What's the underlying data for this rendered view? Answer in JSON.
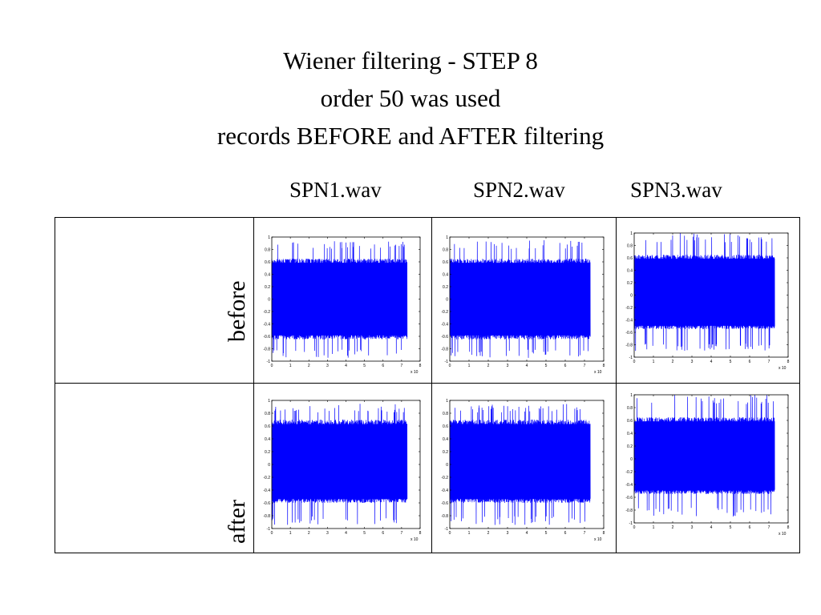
{
  "title": {
    "line1": "Wiener filtering - STEP 8",
    "line2": "order 50 was used",
    "line3": "records BEFORE and AFTER filtering"
  },
  "columns": [
    "SPN1.wav",
    "SPN2.wav",
    "SPN3.wav"
  ],
  "rows": [
    "before",
    "after"
  ],
  "colors": {
    "signal": "#0000ff",
    "axes": "#000000"
  },
  "chart_data": [
    {
      "type": "line",
      "title": "",
      "file": "SPN1.wav",
      "stage": "before",
      "xlim": [
        0,
        8
      ],
      "ylim": [
        -1,
        1
      ],
      "x_ticks": [
        0,
        1,
        2,
        3,
        4,
        5,
        6,
        7,
        8
      ],
      "y_ticks": [
        -1,
        -0.8,
        -0.6,
        -0.4,
        -0.2,
        0,
        0.2,
        0.4,
        0.6,
        0.8,
        1
      ],
      "x_exponent": "x 10",
      "signal_extent": [
        0,
        7.3
      ],
      "envelope_dense": [
        -0.65,
        0.65
      ],
      "envelope_peaks": [
        -0.95,
        0.95
      ]
    },
    {
      "type": "line",
      "title": "",
      "file": "SPN2.wav",
      "stage": "before",
      "xlim": [
        0,
        8
      ],
      "ylim": [
        -1,
        1
      ],
      "x_ticks": [
        0,
        1,
        2,
        3,
        4,
        5,
        6,
        7,
        8
      ],
      "y_ticks": [
        -1,
        -0.8,
        -0.6,
        -0.4,
        -0.2,
        0,
        0.2,
        0.4,
        0.6,
        0.8,
        1
      ],
      "x_exponent": "x 10",
      "signal_extent": [
        0,
        7.3
      ],
      "envelope_dense": [
        -0.65,
        0.65
      ],
      "envelope_peaks": [
        -0.95,
        0.95
      ]
    },
    {
      "type": "line",
      "title": "",
      "file": "SPN3.wav",
      "stage": "before",
      "xlim": [
        0,
        8
      ],
      "ylim": [
        -1,
        1
      ],
      "x_ticks": [
        0,
        1,
        2,
        3,
        4,
        5,
        6,
        7,
        8
      ],
      "y_ticks": [
        -1,
        -0.8,
        -0.6,
        -0.4,
        -0.2,
        0,
        0.2,
        0.4,
        0.6,
        0.8,
        1
      ],
      "x_exponent": "x 10",
      "signal_extent": [
        0,
        7.3
      ],
      "envelope_dense": [
        -0.55,
        0.65
      ],
      "envelope_peaks": [
        -0.9,
        1.0
      ]
    },
    {
      "type": "line",
      "title": "",
      "file": "SPN1.wav",
      "stage": "after",
      "xlim": [
        0,
        8
      ],
      "ylim": [
        -1,
        1
      ],
      "x_ticks": [
        0,
        1,
        2,
        3,
        4,
        5,
        6,
        7,
        8
      ],
      "y_ticks": [
        -1,
        -0.8,
        -0.6,
        -0.4,
        -0.2,
        0,
        0.2,
        0.4,
        0.6,
        0.8,
        1
      ],
      "x_exponent": "x 10",
      "signal_extent": [
        0,
        7.3
      ],
      "envelope_dense": [
        -0.6,
        0.7
      ],
      "envelope_peaks": [
        -0.95,
        0.95
      ]
    },
    {
      "type": "line",
      "title": "",
      "file": "SPN2.wav",
      "stage": "after",
      "xlim": [
        0,
        8
      ],
      "ylim": [
        -1,
        1
      ],
      "x_ticks": [
        0,
        1,
        2,
        3,
        4,
        5,
        6,
        7,
        8
      ],
      "y_ticks": [
        -1,
        -0.8,
        -0.6,
        -0.4,
        -0.2,
        0,
        0.2,
        0.4,
        0.6,
        0.8,
        1
      ],
      "x_exponent": "x 10",
      "signal_extent": [
        0,
        7.3
      ],
      "envelope_dense": [
        -0.6,
        0.7
      ],
      "envelope_peaks": [
        -0.95,
        0.95
      ]
    },
    {
      "type": "line",
      "title": "",
      "file": "SPN3.wav",
      "stage": "after",
      "xlim": [
        0,
        8
      ],
      "ylim": [
        -1,
        1
      ],
      "x_ticks": [
        0,
        1,
        2,
        3,
        4,
        5,
        6,
        7,
        8
      ],
      "y_ticks": [
        -1,
        -0.8,
        -0.6,
        -0.4,
        -0.2,
        0,
        0.2,
        0.4,
        0.6,
        0.8,
        1
      ],
      "x_exponent": "x 10",
      "signal_extent": [
        0,
        7.3
      ],
      "envelope_dense": [
        -0.55,
        0.65
      ],
      "envelope_peaks": [
        -0.9,
        1.0
      ]
    }
  ]
}
